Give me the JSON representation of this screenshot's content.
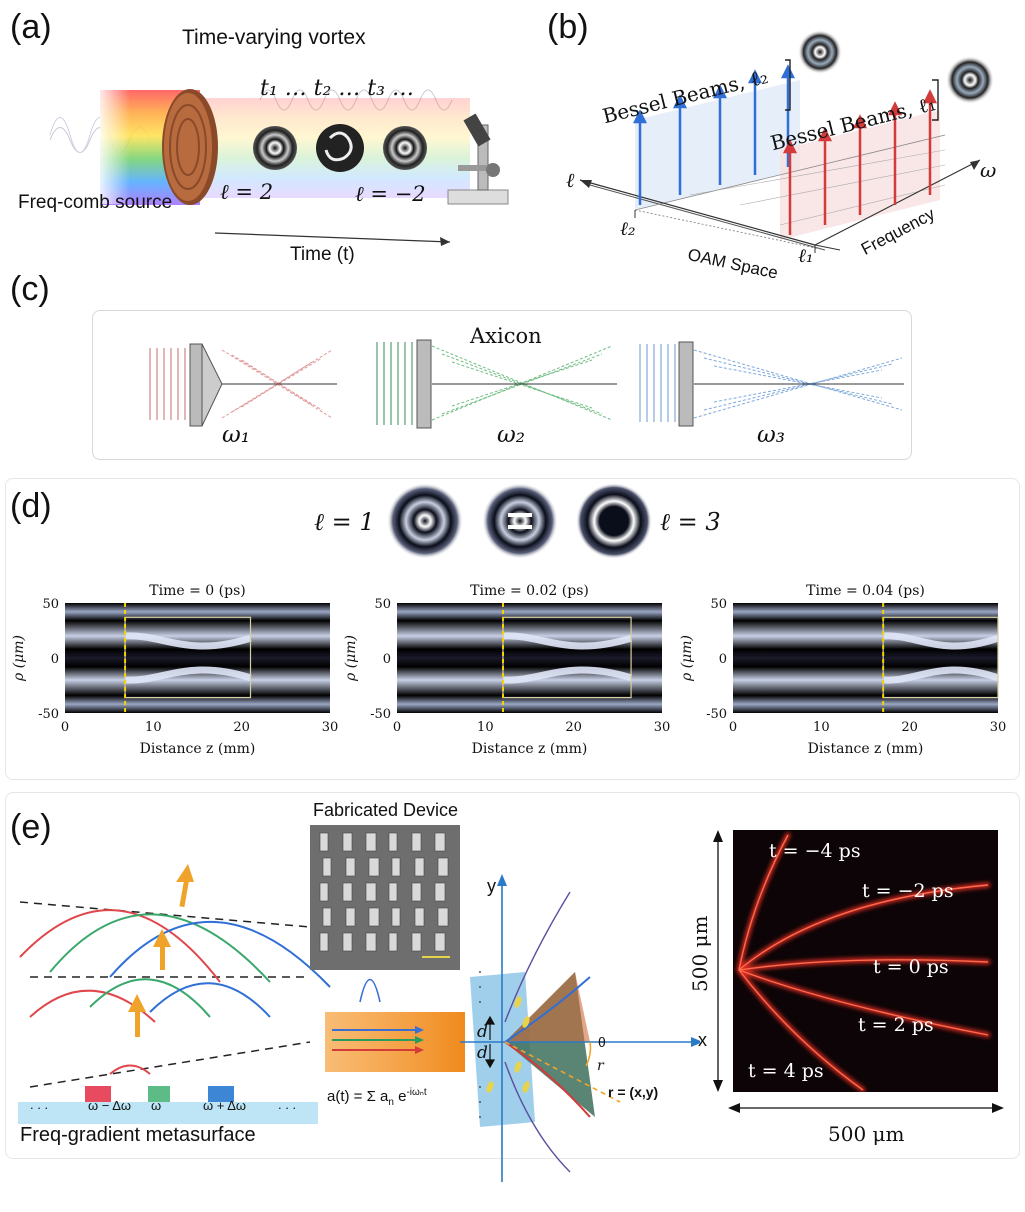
{
  "panel_labels": {
    "a": "(a)",
    "b": "(b)",
    "c": "(c)",
    "d": "(d)",
    "e": "(e)"
  },
  "panel_a": {
    "title": "Time-varying vortex",
    "times": "t₁ …  t₂ …  t₃ …",
    "source_label": "Freq-comb source",
    "l_plus": "ℓ = 2",
    "l_minus": "ℓ = −2",
    "time_axis": "Time (t)"
  },
  "panel_b": {
    "bessel_2": "Bessel Beams, ℓ₂",
    "bessel_1": "Bessel Beams, ℓ₁",
    "axis_l": "ℓ",
    "axis_omega": "ω",
    "l2": "ℓ₂",
    "l1": "ℓ₁",
    "oam": "OAM Space",
    "frequency": "Frequency",
    "dots": "..."
  },
  "panel_c": {
    "axicon": "Axicon",
    "w1": "ω₁",
    "w2": "ω₂",
    "w3": "ω₃"
  },
  "panel_d": {
    "l1_label": "ℓ = 1",
    "l3_label": "ℓ = 3",
    "plots": [
      {
        "title": "Time = 0 (ps)",
        "marker_z": 6.8,
        "box_z": [
          6.8,
          21
        ]
      },
      {
        "title": "Time = 0.02 (ps)",
        "marker_z": 12,
        "box_z": [
          12,
          26.5
        ]
      },
      {
        "title": "Time = 0.04 (ps)",
        "marker_z": 17,
        "box_z": [
          17,
          30
        ]
      }
    ],
    "ylabel": "ρ (μm)",
    "xlabel": "Distance z (mm)",
    "yticks": [
      "50",
      "0",
      "-50"
    ],
    "xticks": [
      "0",
      "10",
      "20",
      "30"
    ],
    "xticks_last": [
      "0",
      "10",
      "20",
      "30"
    ]
  },
  "panel_e": {
    "fab_title": "Fabricated Device",
    "metasurface_label": "Freq-gradient metasurface",
    "freq_low": "ω − Δω",
    "freq_mid": "ω",
    "freq_high": "ω + Δω",
    "dots": ". . .",
    "equation": "a(t) = Σ aₙ e^{-iωₙt}",
    "eq_main": "a(t) = Σ a",
    "eq_sub": "n",
    "eq_exp": "-iωₙt",
    "axis_y": "y",
    "axis_x": "x",
    "d": "d",
    "theta": "θ",
    "r": "r",
    "r_eq": "r = (x,y)",
    "time_labels": [
      "t = −4 ps",
      "t = −2 ps",
      "t = 0 ps",
      "t = 2 ps",
      "t = 4 ps"
    ],
    "dim_v": "500 μm",
    "dim_h": "500 μm"
  },
  "colors": {
    "red": "#d33a3a",
    "green": "#3aa86b",
    "blue": "#2f6fd6",
    "orange_arrow": "#f0a32a",
    "dark_bg": "#0c0406"
  }
}
